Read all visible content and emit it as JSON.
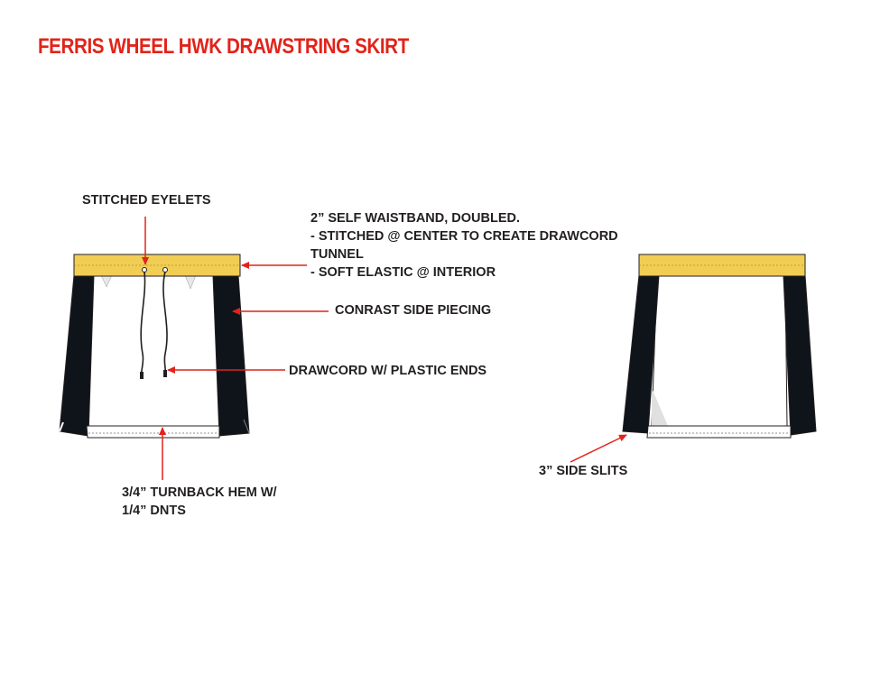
{
  "title": "FERRIS WHEEL HWK DRAWSTRING SKIRT",
  "colors": {
    "title": "#e2231a",
    "arrow": "#e2231a",
    "waistband": "#f2cd54",
    "side_panel": "#0f131a",
    "body": "#ffffff",
    "outline": "#231f20",
    "label_text": "#231f20"
  },
  "front_view": {
    "callouts": {
      "eyelets": "STITCHED EYELETS",
      "waistband": [
        "2” SELF WAISTBAND, DOUBLED.",
        "- STITCHED @ CENTER TO CREATE DRAWCORD",
        "TUNNEL",
        "- SOFT ELASTIC @ INTERIOR"
      ],
      "side_piecing": "CONRAST SIDE PIECING",
      "drawcord": "DRAWCORD W/ PLASTIC ENDS",
      "hem": [
        "3/4” TURNBACK HEM W/",
        "1/4” DNTS"
      ]
    }
  },
  "back_view": {
    "callouts": {
      "side_slits": "3” SIDE SLITS"
    }
  }
}
